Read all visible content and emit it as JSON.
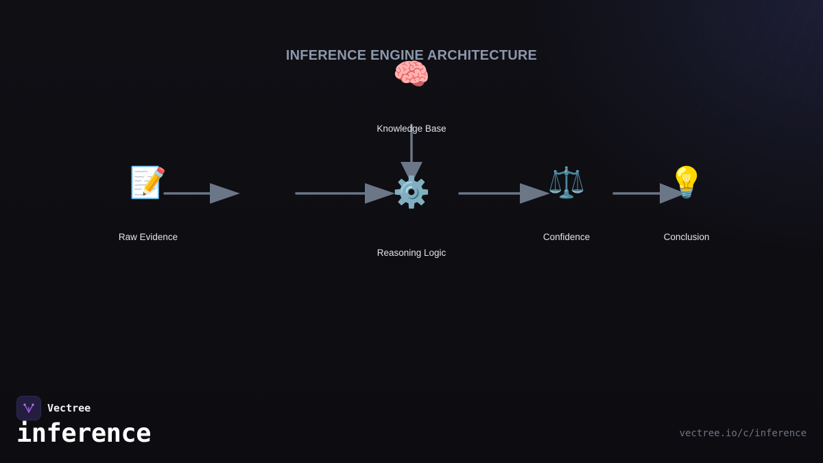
{
  "diagram": {
    "title": "INFERENCE ENGINE ARCHITECTURE",
    "arrow_color": "#6b7687",
    "nodes": {
      "raw_evidence": {
        "label": "Raw Evidence",
        "icon": "memo-icon",
        "glyph": "📝"
      },
      "knowledge_base": {
        "label": "Knowledge Base",
        "icon": "brain-icon",
        "glyph": "🧠"
      },
      "reasoning_logic": {
        "label": "Reasoning Logic",
        "icon": "gear-icon",
        "glyph": "⚙️"
      },
      "confidence": {
        "label": "Confidence",
        "icon": "balance-scale-icon",
        "glyph": "⚖️"
      },
      "conclusion": {
        "label": "Conclusion",
        "icon": "lightbulb-icon",
        "glyph": "💡"
      }
    }
  },
  "branding": {
    "logo_icon": "vectree-logo-icon",
    "brand_name": "Vectree",
    "section_title": "inference",
    "url": "vectree.io/c/inference",
    "accent": "#9b59d6"
  }
}
